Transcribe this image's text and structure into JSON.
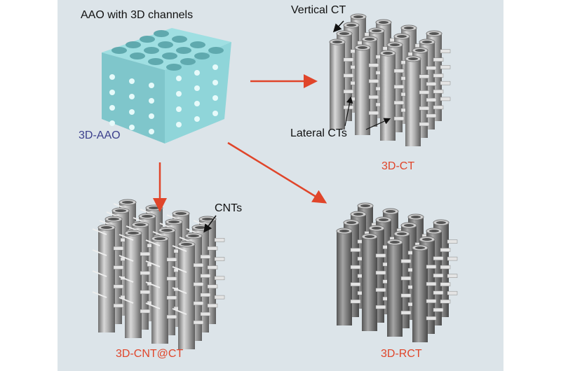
{
  "labels": {
    "aao_title": "AAO with 3D channels",
    "aao": "3D-AAO",
    "vertical_ct": "Vertical CT",
    "lateral_cts": "Lateral CTs",
    "ct": "3D-CT",
    "cnts": "CNTs",
    "cnt_ct": "3D-CNT@CT",
    "rct": "3D-RCT"
  },
  "colors": {
    "background": "#dce4e9",
    "arrow": "#e0452a",
    "label_blue": "#3b3f8c",
    "label_red": "#e0452a",
    "aao_template": "#8fd5d9",
    "tube": "#a9a9a9"
  }
}
